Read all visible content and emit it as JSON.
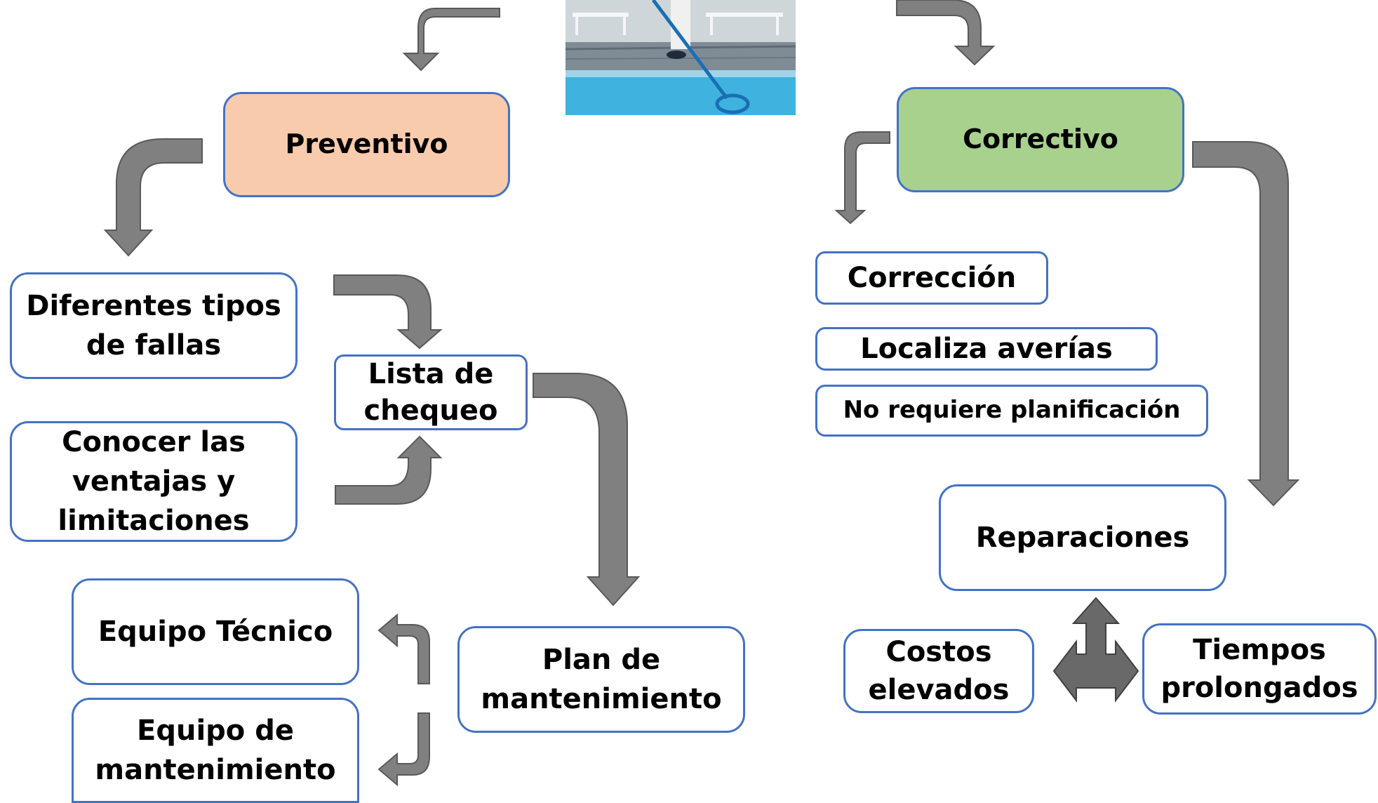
{
  "diagram": {
    "colors": {
      "preventivo_fill": "#f8cbad",
      "correctivo_fill": "#a9d18e",
      "node_border": "#4472c4",
      "arrow_fill": "#808080",
      "arrow_dark": "#595959"
    },
    "photo": {
      "icon": "pool-cleaning-photo"
    },
    "preventivo": {
      "label": "Preventivo",
      "items": {
        "fallas": "Diferentes tipos de fallas",
        "ventajas": "Conocer las ventajas y limitaciones",
        "lista": "Lista de chequeo",
        "plan": "Plan de mantenimiento",
        "equipo_tecnico": "Equipo Técnico",
        "equipo_mantenimiento": "Equipo de mantenimiento"
      }
    },
    "correctivo": {
      "label": "Correctivo",
      "items": {
        "correccion": "Corrección",
        "localiza": "Localiza averías",
        "no_planificacion": "No requiere planificación",
        "reparaciones": "Reparaciones",
        "costos": "Costos elevados",
        "tiempos": "Tiempos prolongados"
      }
    }
  }
}
